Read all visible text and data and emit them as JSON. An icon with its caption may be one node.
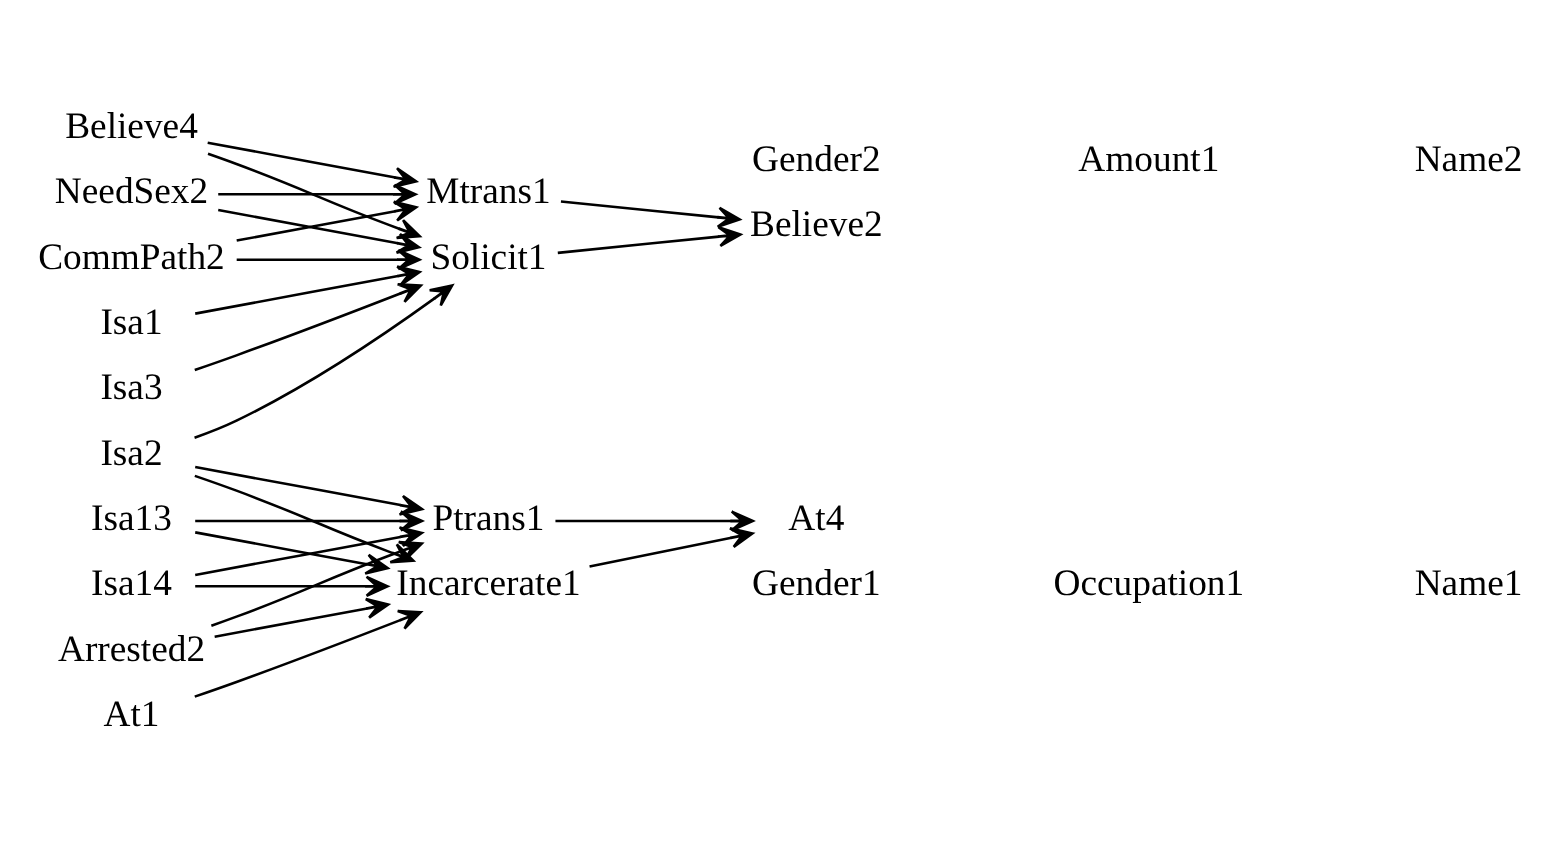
{
  "diagram": {
    "nodes": [
      {
        "text": [
          "Believe4"
        ]
      },
      {
        "text": [
          "NeedSex2"
        ]
      },
      {
        "text": [
          "CommPath2"
        ]
      },
      {
        "text": [
          "Isa1"
        ]
      },
      {
        "text": [
          "Isa3"
        ]
      },
      {
        "text": [
          "Isa2"
        ]
      },
      {
        "text": [
          "Isa13"
        ]
      },
      {
        "text": [
          "Isa14"
        ]
      },
      {
        "text": [
          "Arrested2"
        ]
      },
      {
        "text": [
          "At1"
        ]
      },
      {
        "text": [
          "Mtrans1"
        ]
      },
      {
        "text": [
          "Solicit1"
        ]
      },
      {
        "text": [
          "Ptrans1"
        ]
      },
      {
        "text": [
          "Incarcerate1"
        ]
      },
      {
        "text": [
          "Believe2"
        ]
      },
      {
        "text": [
          "At4"
        ]
      }
    ],
    "edges": [
      {
        "from": 0,
        "to": 10,
        "arrow": "to"
      },
      {
        "from": 0,
        "to": 11,
        "arrow": "to"
      },
      {
        "from": 1,
        "to": 10,
        "arrow": "to"
      },
      {
        "from": 1,
        "to": 11,
        "arrow": "to"
      },
      {
        "from": 2,
        "to": 10,
        "arrow": "to"
      },
      {
        "from": 2,
        "to": 11,
        "arrow": "to"
      },
      {
        "from": 3,
        "to": 11,
        "arrow": "to"
      },
      {
        "from": 4,
        "to": 11,
        "arrow": "to"
      },
      {
        "from": 5,
        "to": 11,
        "arrow": "to"
      },
      {
        "from": 5,
        "to": 12,
        "arrow": "to"
      },
      {
        "from": 5,
        "to": 13,
        "arrow": "to"
      },
      {
        "from": 6,
        "to": 12,
        "arrow": "to"
      },
      {
        "from": 6,
        "to": 13,
        "arrow": "to"
      },
      {
        "from": 7,
        "to": 12,
        "arrow": "to"
      },
      {
        "from": 7,
        "to": 13,
        "arrow": "to"
      },
      {
        "from": 8,
        "to": 12,
        "arrow": "to"
      },
      {
        "from": 8,
        "to": 13,
        "arrow": "to"
      },
      {
        "from": 9,
        "to": 13,
        "arrow": "to"
      },
      {
        "from": 10,
        "to": 14,
        "arrow": "to"
      },
      {
        "from": 11,
        "to": 14,
        "arrow": "to"
      },
      {
        "from": 12,
        "to": 15,
        "arrow": "to"
      },
      {
        "from": 13,
        "to": 15,
        "arrow": "to"
      }
    ],
    "labels": [
      "Gender1",
      "Occupation1",
      "Name1",
      "Gender2",
      "Amount1",
      "Name2"
    ]
  }
}
